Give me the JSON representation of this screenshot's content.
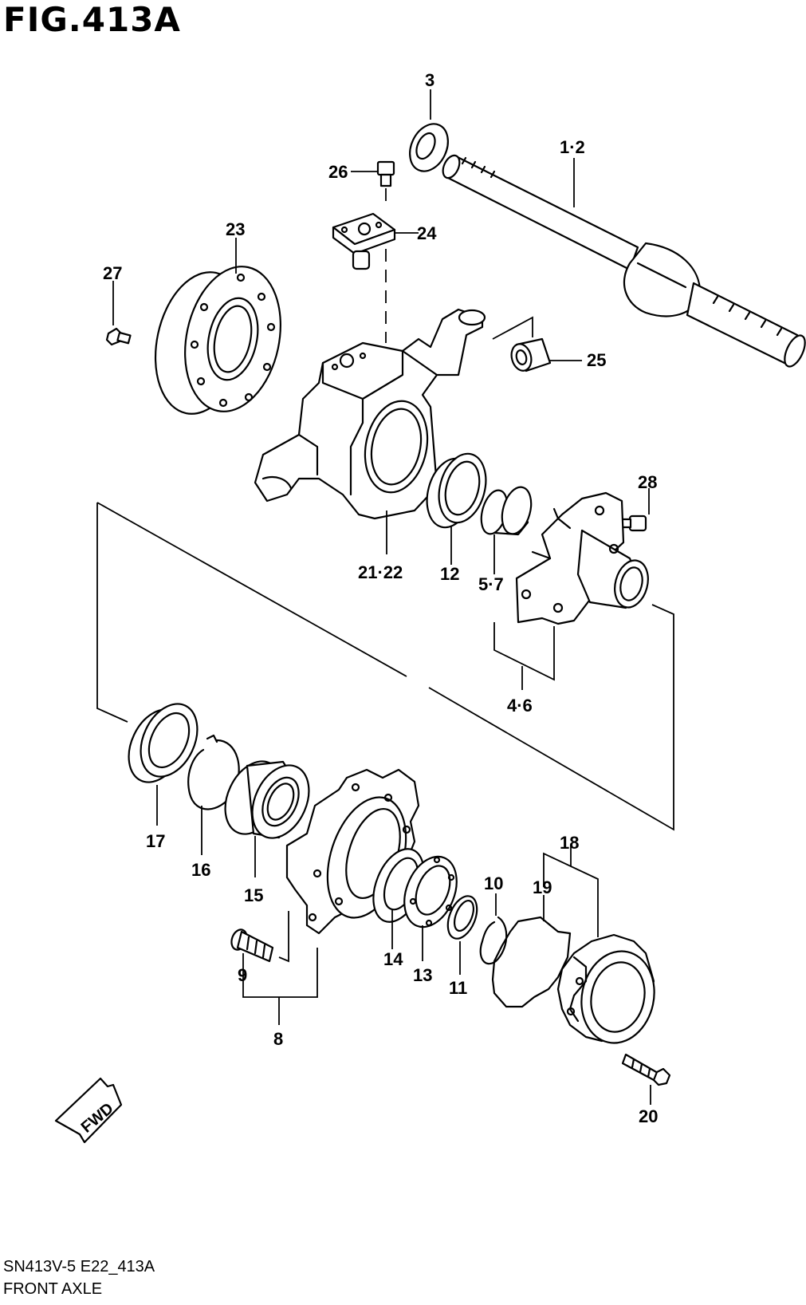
{
  "figure": {
    "title": "FIG.413A",
    "code": "SN413V-5 E22_413A",
    "subtitle": "FRONT AXLE"
  },
  "fwd_label": "FWD",
  "callouts": {
    "c3": "3",
    "c1_2": "1·2",
    "c26": "26",
    "c24": "24",
    "c23": "23",
    "c27": "27",
    "c25": "25",
    "c28": "28",
    "c21_22": "21·22",
    "c12": "12",
    "c5_7": "5·7",
    "c4_6": "4·6",
    "c17": "17",
    "c16": "16",
    "c15": "15",
    "c18": "18",
    "c10": "10",
    "c19": "19",
    "c14": "14",
    "c13": "13",
    "c11": "11",
    "c9": "9",
    "c8": "8",
    "c20": "20"
  }
}
